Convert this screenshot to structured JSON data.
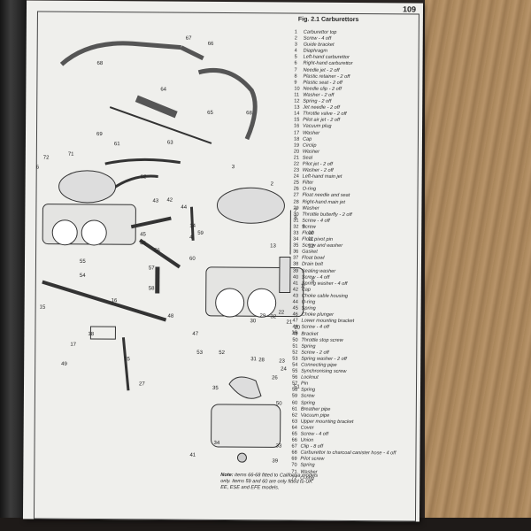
{
  "page_number": "109",
  "figure_title": "Fig. 2.1 Carburettors",
  "legend": [
    {
      "num": "1",
      "text": "Carburettor top"
    },
    {
      "num": "2",
      "text": "Screw - 4 off"
    },
    {
      "num": "3",
      "text": "Guide bracket"
    },
    {
      "num": "4",
      "text": "Diaphragm"
    },
    {
      "num": "5",
      "text": "Left-hand carburettor"
    },
    {
      "num": "6",
      "text": "Right-hand carburettor"
    },
    {
      "num": "7",
      "text": "Needle jet - 2 off"
    },
    {
      "num": "8",
      "text": "Plastic retainer - 2 off"
    },
    {
      "num": "9",
      "text": "Plastic seat - 2 off"
    },
    {
      "num": "10",
      "text": "Needle clip - 2 off"
    },
    {
      "num": "11",
      "text": "Washer - 2 off"
    },
    {
      "num": "12",
      "text": "Spring - 2 off"
    },
    {
      "num": "13",
      "text": "Jet needle - 2 off"
    },
    {
      "num": "14",
      "text": "Throttle valve - 2 off"
    },
    {
      "num": "15",
      "text": "Pilot air jet - 2 off"
    },
    {
      "num": "16",
      "text": "Vacuum plug"
    },
    {
      "num": "17",
      "text": "Washer"
    },
    {
      "num": "18",
      "text": "Cap"
    },
    {
      "num": "19",
      "text": "Circlip"
    },
    {
      "num": "20",
      "text": "Washer"
    },
    {
      "num": "21",
      "text": "Seal"
    },
    {
      "num": "22",
      "text": "Pilot jet - 2 off"
    },
    {
      "num": "23",
      "text": "Washer - 2 off"
    },
    {
      "num": "24",
      "text": "Left-hand main jet"
    },
    {
      "num": "25",
      "text": "Filter"
    },
    {
      "num": "26",
      "text": "O-ring"
    },
    {
      "num": "27",
      "text": "Float needle and seat"
    },
    {
      "num": "28",
      "text": "Right-hand main jet"
    },
    {
      "num": "29",
      "text": "Washer"
    },
    {
      "num": "30",
      "text": "Throttle butterfly - 2 off"
    },
    {
      "num": "31",
      "text": "Screw - 4 off"
    },
    {
      "num": "32",
      "text": "Screw"
    },
    {
      "num": "33",
      "text": "Float"
    },
    {
      "num": "34",
      "text": "Float pivot pin"
    },
    {
      "num": "35",
      "text": "Screw and washer"
    },
    {
      "num": "36",
      "text": "Gasket"
    },
    {
      "num": "37",
      "text": "Float bowl"
    },
    {
      "num": "38",
      "text": "Drain bolt"
    },
    {
      "num": "39",
      "text": "Sealing washer"
    },
    {
      "num": "40",
      "text": "Screw - 4 off"
    },
    {
      "num": "41",
      "text": "Spring washer - 4 off"
    },
    {
      "num": "42",
      "text": "Cap"
    },
    {
      "num": "43",
      "text": "Choke cable housing"
    },
    {
      "num": "44",
      "text": "O-ring"
    },
    {
      "num": "45",
      "text": "Spring"
    },
    {
      "num": "46",
      "text": "Choke plunger"
    },
    {
      "num": "47",
      "text": "Lower mounting bracket"
    },
    {
      "num": "48",
      "text": "Screw - 4 off"
    },
    {
      "num": "49",
      "text": "Bracket"
    },
    {
      "num": "50",
      "text": "Throttle stop screw"
    },
    {
      "num": "51",
      "text": "Spring"
    },
    {
      "num": "52",
      "text": "Screw - 2 off"
    },
    {
      "num": "53",
      "text": "Spring washer - 2 off"
    },
    {
      "num": "54",
      "text": "Connecting pipe"
    },
    {
      "num": "55",
      "text": "Synchronising screw"
    },
    {
      "num": "56",
      "text": "Locknut"
    },
    {
      "num": "57",
      "text": "Pin"
    },
    {
      "num": "58",
      "text": "Spring"
    },
    {
      "num": "59",
      "text": "Screw"
    },
    {
      "num": "60",
      "text": "Spring"
    },
    {
      "num": "61",
      "text": "Breather pipe"
    },
    {
      "num": "62",
      "text": "Vacuum pipe"
    },
    {
      "num": "63",
      "text": "Upper mounting bracket"
    },
    {
      "num": "64",
      "text": "Cover"
    },
    {
      "num": "65",
      "text": "Screw - 4 off"
    },
    {
      "num": "66",
      "text": "Union"
    },
    {
      "num": "67",
      "text": "Clip - 8 off"
    },
    {
      "num": "68",
      "text": "Carburettor to charcoal canister hose - 4 off"
    },
    {
      "num": "69",
      "text": "Pilot screw"
    },
    {
      "num": "70",
      "text": "Spring"
    },
    {
      "num": "71",
      "text": "Washer"
    },
    {
      "num": "72",
      "text": "O-ring"
    }
  ],
  "note_label": "Note:",
  "note_text": "items 66-68 fitted to California models only. Items 59 and 60 are only fitted to UK EE, ESE and EFE models.",
  "callouts": [
    "67",
    "66",
    "68",
    "64",
    "65",
    "68",
    "69",
    "61",
    "63",
    "72",
    "71",
    "6",
    "62",
    "2",
    "3",
    "43",
    "42",
    "44",
    "7",
    "8",
    "9",
    "10",
    "11",
    "12",
    "13",
    "14",
    "4",
    "45",
    "46",
    "56",
    "55",
    "54",
    "57",
    "58",
    "59",
    "60",
    "1",
    "5",
    "15",
    "16",
    "48",
    "47",
    "32",
    "30",
    "29",
    "22",
    "21",
    "20",
    "19",
    "18",
    "17",
    "49",
    "53",
    "52",
    "31",
    "28",
    "23",
    "24",
    "26",
    "25",
    "27",
    "51",
    "50",
    "35",
    "34",
    "33",
    "41",
    "39",
    "40",
    "38"
  ],
  "colors": {
    "paper": "#efefec",
    "ink": "#2a2a2a"
  }
}
